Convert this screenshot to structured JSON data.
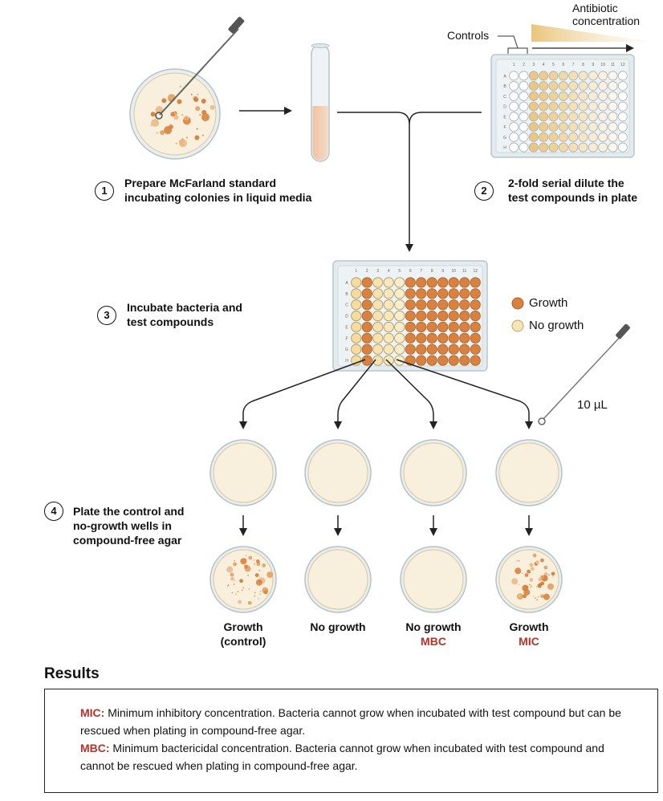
{
  "labels": {
    "controls": "Controls",
    "antibiotic_concentration": [
      "Antibiotic",
      "concentration"
    ],
    "volume": "10 µL"
  },
  "steps": [
    {
      "number": "1",
      "lines": [
        "Prepare McFarland standard",
        "incubating colonies in liquid media"
      ]
    },
    {
      "number": "2",
      "lines": [
        "2-fold serial dilute the",
        "test compounds in plate"
      ]
    },
    {
      "number": "3",
      "lines": [
        "Incubate bacteria and",
        "test compounds"
      ]
    },
    {
      "number": "4",
      "lines": [
        "Plate the control and",
        "no-growth wells in",
        "compound-free agar"
      ]
    }
  ],
  "legend": [
    {
      "label": "Growth",
      "color": "#d9823f"
    },
    {
      "label": "No growth",
      "color": "#f6e6b5"
    }
  ],
  "plate_rows": [
    "A",
    "B",
    "C",
    "D",
    "E",
    "F",
    "G",
    "H"
  ],
  "plate_cols": [
    "1",
    "2",
    "3",
    "4",
    "5",
    "6",
    "7",
    "8",
    "9",
    "10",
    "11",
    "12"
  ],
  "outcomes": [
    {
      "label": "Growth",
      "sub": "(control)",
      "sub_red": false,
      "colonies": true
    },
    {
      "label": "No growth",
      "sub": "",
      "sub_red": false,
      "colonies": false
    },
    {
      "label": "No growth",
      "sub": "MBC",
      "sub_red": true,
      "colonies": false
    },
    {
      "label": "Growth",
      "sub": "MIC",
      "sub_red": true,
      "colonies": true
    }
  ],
  "results": {
    "title": "Results",
    "mic_term": "MIC:",
    "mic_text": " Minimum inhibitory concentration. Bacteria cannot grow when incubated with test compound but can be rescued when plating in compound-free agar.",
    "mbc_term": "MBC:",
    "mbc_text": " Minimum bactericidal concentration. Bacteria cannot grow when incubated with test compound and cannot be rescued when plating in compound-free agar."
  },
  "colors": {
    "accent_red": "#b5332a",
    "growth": "#d9823f",
    "no_growth": "#f6e6b5",
    "agar": "#f8f0dc",
    "plate": "#e4ebee"
  }
}
